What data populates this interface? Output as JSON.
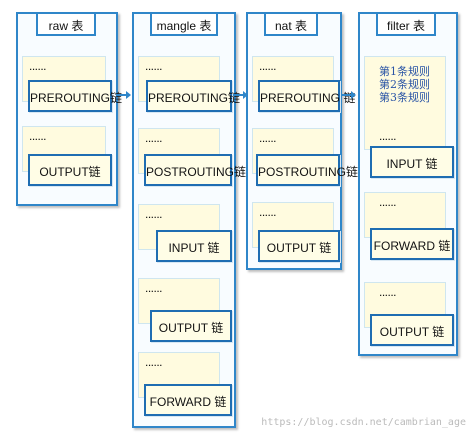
{
  "tables": [
    {
      "title": "raw 表",
      "chains": [
        {
          "dots": "......",
          "label": "PREROUTING链"
        },
        {
          "dots": "......",
          "label": "OUTPUT链"
        }
      ]
    },
    {
      "title": "mangle 表",
      "chains": [
        {
          "dots": "......",
          "label": "PREROUTING链"
        },
        {
          "dots": "......",
          "label": "POSTROUTING链"
        },
        {
          "dots": "......",
          "label": "INPUT 链"
        },
        {
          "dots": "......",
          "label": "OUTPUT 链"
        },
        {
          "dots": "......",
          "label": "FORWARD 链"
        }
      ]
    },
    {
      "title": "nat 表",
      "chains": [
        {
          "dots": "......",
          "label": "PREROUTING 链"
        },
        {
          "dots": "......",
          "label": "POSTROUTING链"
        },
        {
          "dots": "......",
          "label": "OUTPUT 链"
        }
      ]
    },
    {
      "title": "filter 表",
      "rules": [
        "第1条规则",
        "第2条规则",
        "第3条规则"
      ],
      "chains": [
        {
          "dots": "......",
          "label": "INPUT 链"
        },
        {
          "dots": "......",
          "label": "FORWARD 链"
        },
        {
          "dots": "......",
          "label": "OUTPUT 链"
        }
      ]
    }
  ],
  "watermark": "https://blog.csdn.net/cambrian_age",
  "colors": {
    "border": "#2f86c9",
    "arrow": "#2f86c9",
    "rules_text": "#2b55a6",
    "chain_fill": "#fffde6"
  }
}
